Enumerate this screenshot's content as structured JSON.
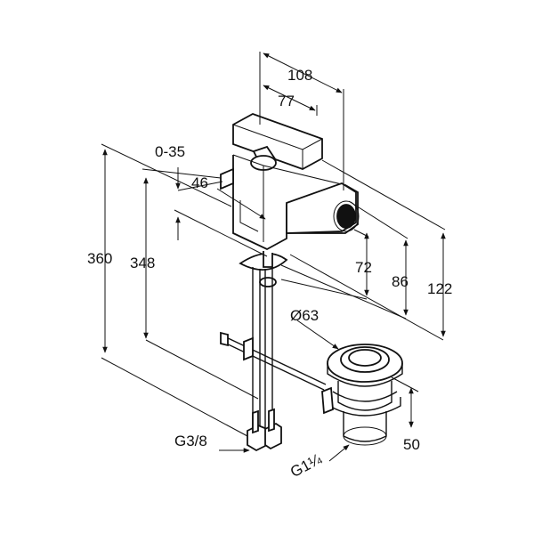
{
  "dimensions": {
    "overall_depth": "108",
    "spout_reach": "77",
    "lift_rod_range": "0-35",
    "outlet_offset": "46",
    "total_height": "360",
    "height_to_handle": "348",
    "outlet_height": "72",
    "body_height": "86",
    "handle_height": "122",
    "drain_diameter": "Ø63",
    "drain_adjust": "50",
    "supply_thread": "G3/8",
    "drain_thread": "G1¼"
  }
}
